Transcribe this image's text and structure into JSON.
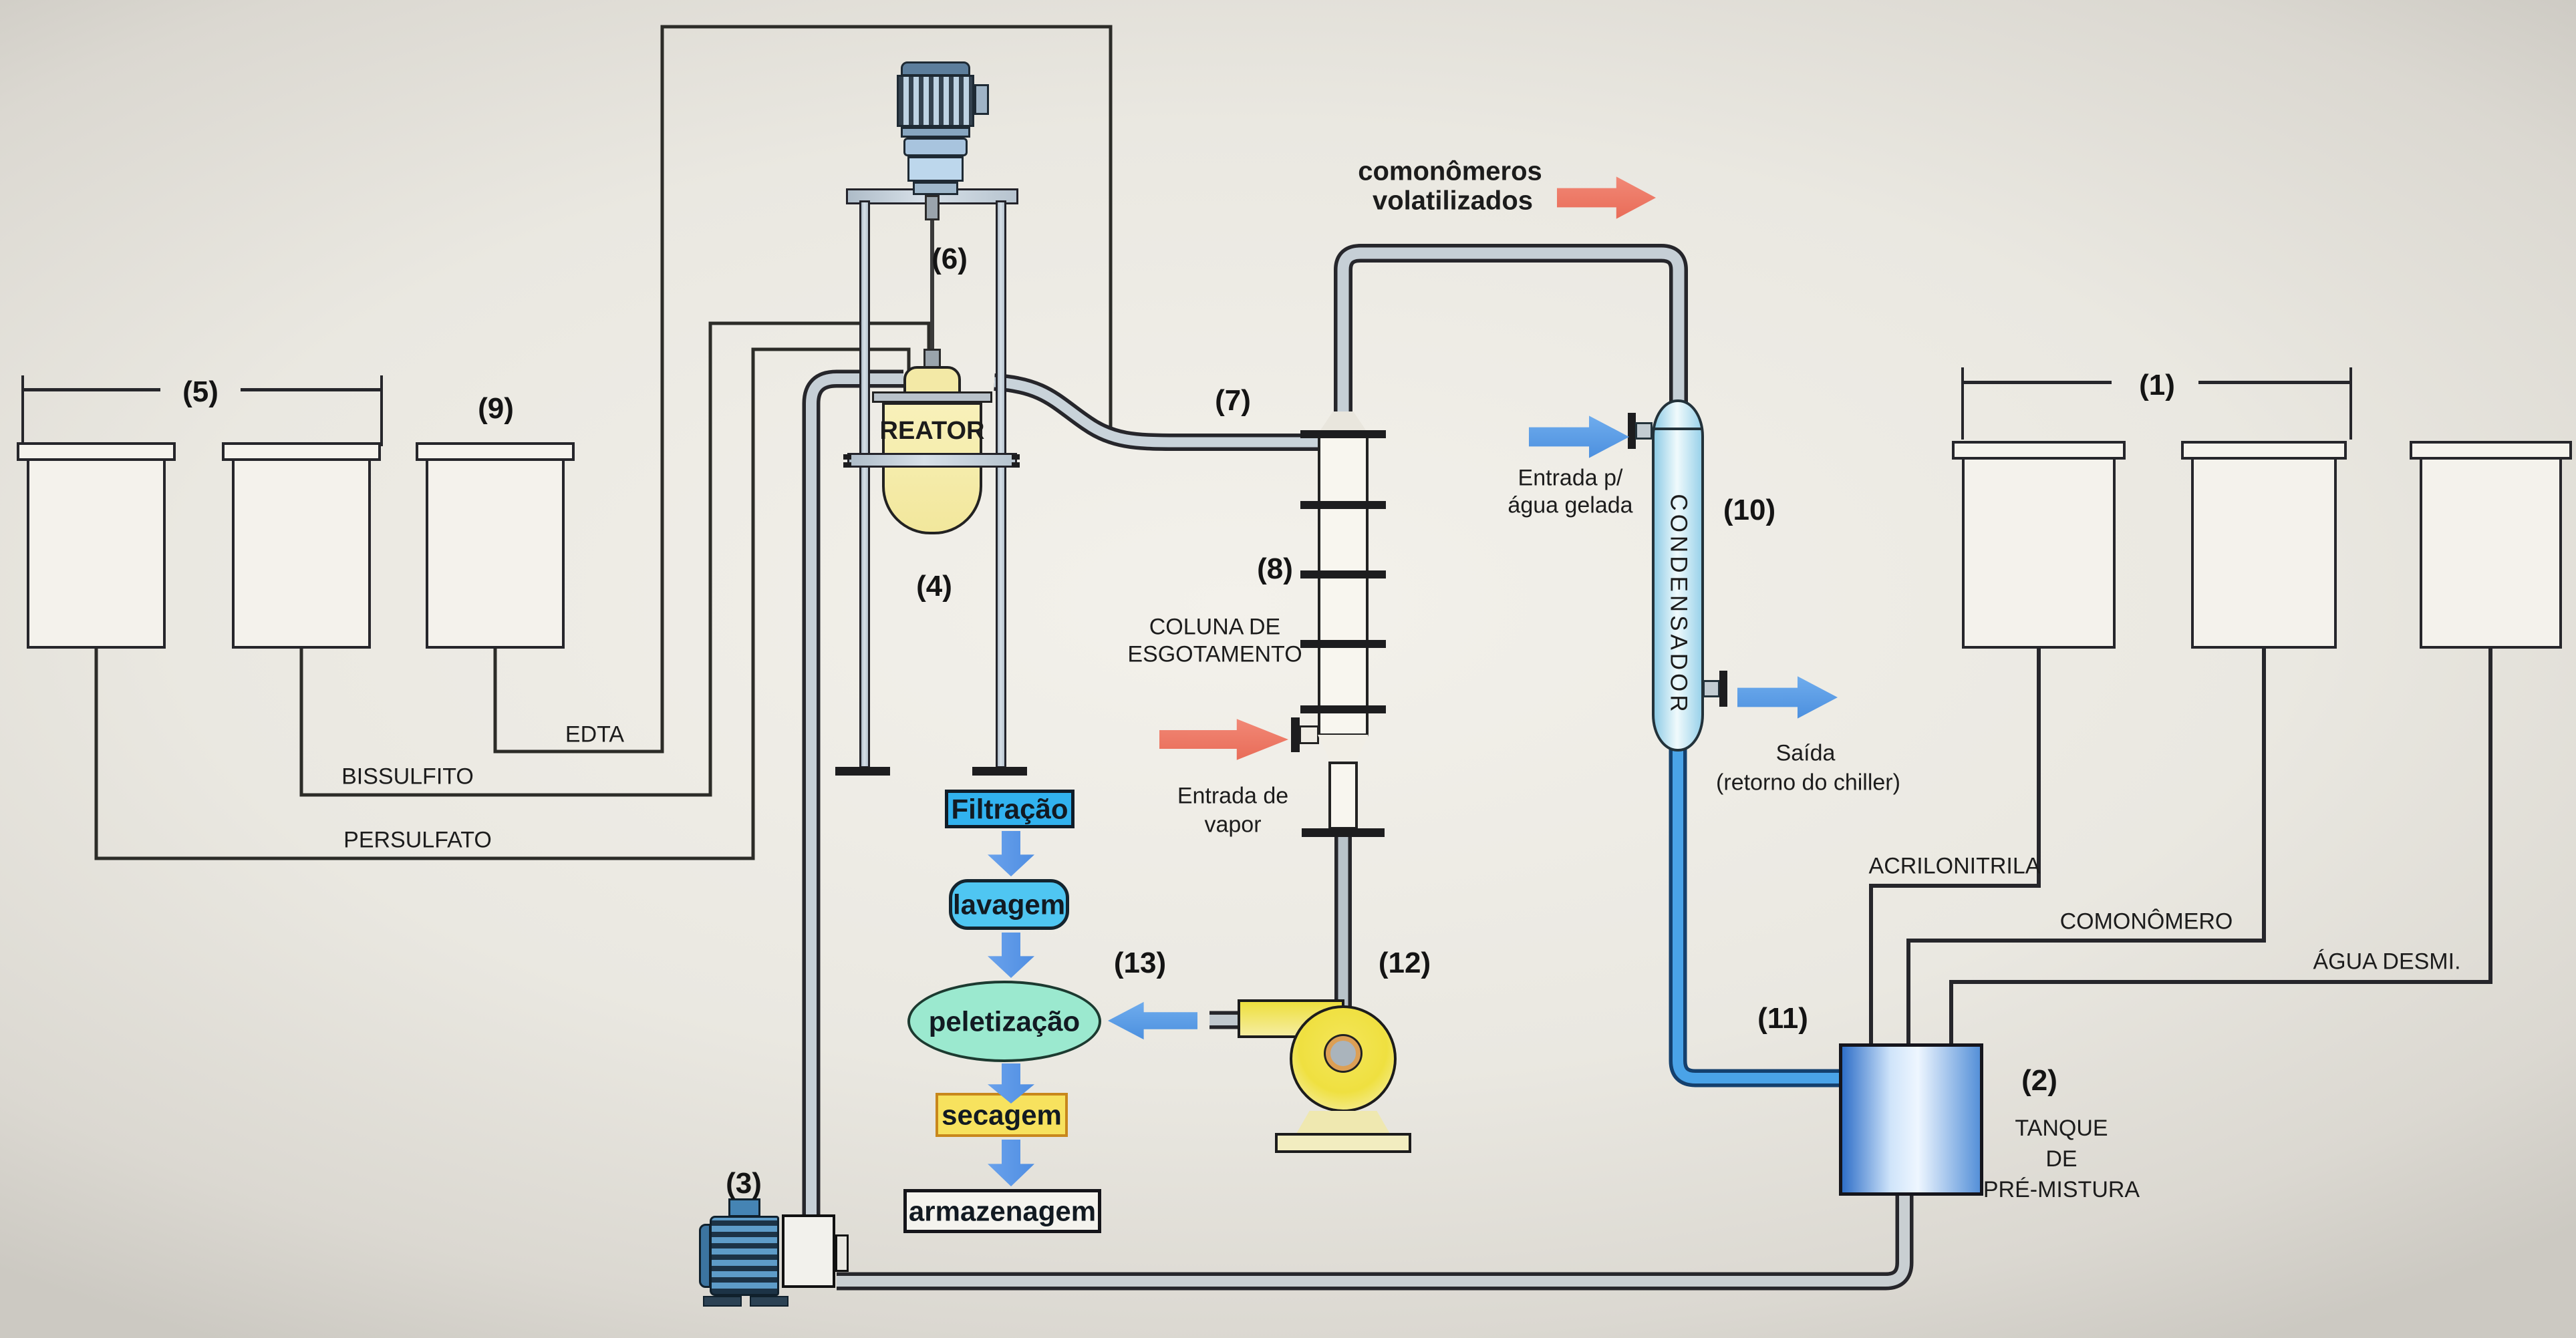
{
  "labels": {
    "n1": "(1)",
    "n2": "(2)",
    "n3": "(3)",
    "n4": "(4)",
    "n5": "(5)",
    "n6": "(6)",
    "n7": "(7)",
    "n8": "(8)",
    "n9": "(9)",
    "n10": "(10)",
    "n11": "(11)",
    "n12": "(12)",
    "n13": "(13)"
  },
  "equipment": {
    "reactor": "REATOR",
    "condenser": "CONDENSADOR",
    "column": "COLUNA DE\nESGOTAMENTO",
    "premix": "TANQUE\nDE\nPRÉ-MISTURA"
  },
  "streams": {
    "volatilized_line1": "comonômeros",
    "volatilized_line2": "volatilizados",
    "steam_in_line1": "Entrada de",
    "steam_in_line2": "vapor",
    "chilled_in_line1": "Entrada p/",
    "chilled_in_line2": "água gelada",
    "chilled_out_line1": "Saída",
    "chilled_out_line2": "(retorno do chiller)",
    "edta": "EDTA",
    "bissulfito": "BISSULFITO",
    "persulfato": "PERSULFATO",
    "acrilonitrila": "ACRILONITRILA",
    "comonomero": "COMONÔMERO",
    "agua_desmi": "ÁGUA DESMI."
  },
  "flowchart": {
    "step1": "Filtração",
    "step2": "lavagem",
    "step3": "peletização",
    "step4": "secagem",
    "step5": "armazenagem"
  },
  "colors": {
    "red_arrow": "#ee7a68",
    "blue_arrow": "#5599e6",
    "pipe_gray": "#c6cfd6",
    "blue_pipe": "#4aa3e8",
    "reactor_yellow": "#f5edaa",
    "condenser_blue": "#bfe6f2",
    "premix_blue": "#4a86d8",
    "pump_yellow": "#f0e34a"
  }
}
